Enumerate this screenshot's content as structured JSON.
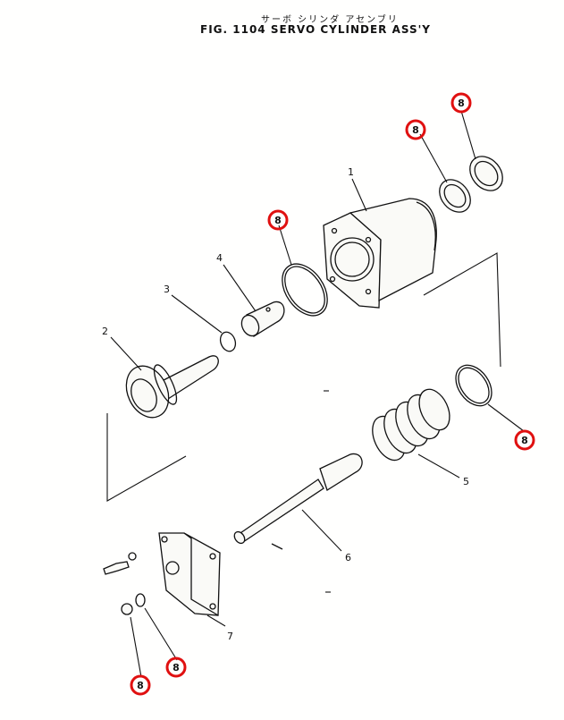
{
  "figure": {
    "title_jp": "サーボ シリンダ アセンブリ",
    "title_en": "FIG. 1104  SERVO CYLINDER ASS'Y"
  },
  "callouts": [
    {
      "id": "1",
      "label": "1"
    },
    {
      "id": "2",
      "label": "2"
    },
    {
      "id": "3",
      "label": "3"
    },
    {
      "id": "4",
      "label": "4"
    },
    {
      "id": "5",
      "label": "5"
    },
    {
      "id": "6",
      "label": "6"
    },
    {
      "id": "7",
      "label": "7"
    }
  ],
  "seal_markers": [
    {
      "label": "8"
    },
    {
      "label": "8"
    },
    {
      "label": "8"
    },
    {
      "label": "8"
    },
    {
      "label": "8"
    },
    {
      "label": "8"
    }
  ],
  "colors": {
    "marker_ring": "#e01010",
    "line": "#111111",
    "background": "#fffffe"
  }
}
